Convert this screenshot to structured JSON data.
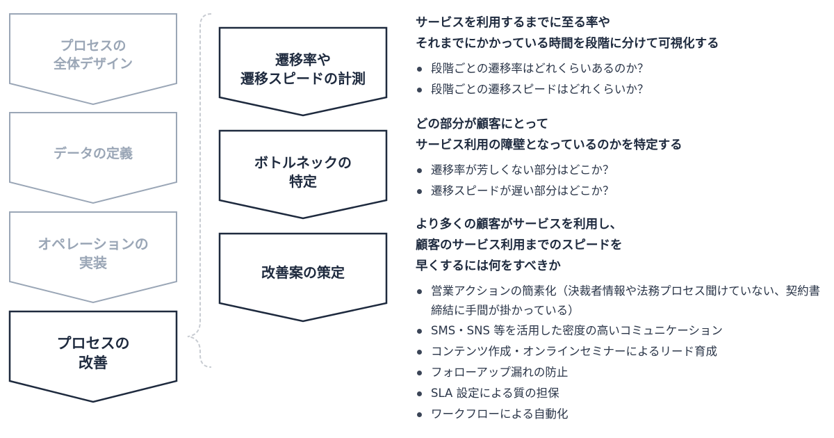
{
  "colors": {
    "dark": "#1e2a3e",
    "muted": "#9aa6b6",
    "bracket": "#c8ccd2"
  },
  "left_steps": [
    {
      "label": "プロセスの\n全体デザイン",
      "active": false
    },
    {
      "label": "データの定義",
      "active": false
    },
    {
      "label": "オペレーションの\n実装",
      "active": false
    },
    {
      "label": "プロセスの\n改善",
      "active": true
    }
  ],
  "sub_steps": [
    {
      "label": "遷移率や\n遷移スピードの計測",
      "heading": "サービスを利用するまでに至る率や\nそれまでにかかっている時間を段階に分けて可視化する",
      "bullets": [
        "段階ごとの遷移率はどれくらいあるのか？",
        "段階ごとの遷移スピードはどれくらいか？"
      ]
    },
    {
      "label": "ボトルネックの\n特定",
      "heading": "どの部分が顧客にとって\nサービス利用の障壁となっているのかを特定する",
      "bullets": [
        "遷移率が芳しくない部分はどこか？",
        "遷移スピードが遅い部分はどこか？"
      ]
    },
    {
      "label": "改善案の策定",
      "heading": "より多くの顧客がサービスを利用し、\n顧客のサービス利用までのスピードを\n早くするには何をすべきか",
      "bullets": [
        "営業アクションの簡素化（決裁者情報や法務プロセス聞けていない、契約書締結に手間が掛かっている）",
        "SMS・SNS 等を活用した密度の高いコミュニケーション",
        "コンテンツ作成・オンラインセミナーによるリード育成",
        "フォローアップ漏れの防止",
        "SLA 設定による質の担保",
        "ワークフローによる自動化"
      ]
    }
  ]
}
